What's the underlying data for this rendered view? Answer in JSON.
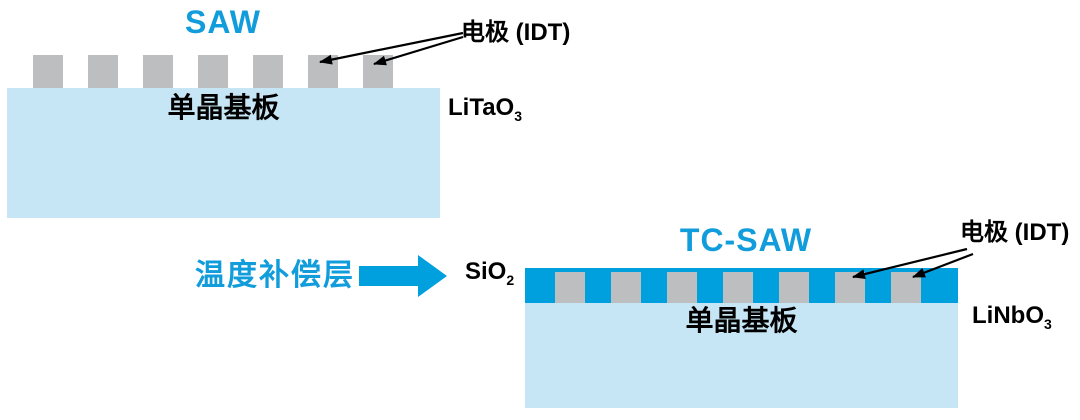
{
  "diagram": {
    "saw": {
      "title": "SAW",
      "electrode_label": "电极 (IDT)",
      "substrate_label": "单晶基板",
      "substrate_material": "LiTaO",
      "substrate_material_subscript": "3",
      "electrode_count": 7
    },
    "tcsaw": {
      "title": "TC-SAW",
      "electrode_label": "电极 (IDT)",
      "substrate_label": "单晶基板",
      "substrate_material": "LiNbO",
      "substrate_material_subscript": "3",
      "compensation_layer_label": "温度补偿层",
      "compensation_layer_material": "SiO",
      "compensation_layer_material_subscript": "2",
      "electrode_count": 7
    },
    "colors": {
      "accent_cyan": "#119CDB",
      "layer_blue": "#009FDE",
      "substrate_light_blue": "#C7E6F5",
      "electrode_gray": "#BCBEC0",
      "label_black": "#000000"
    }
  }
}
